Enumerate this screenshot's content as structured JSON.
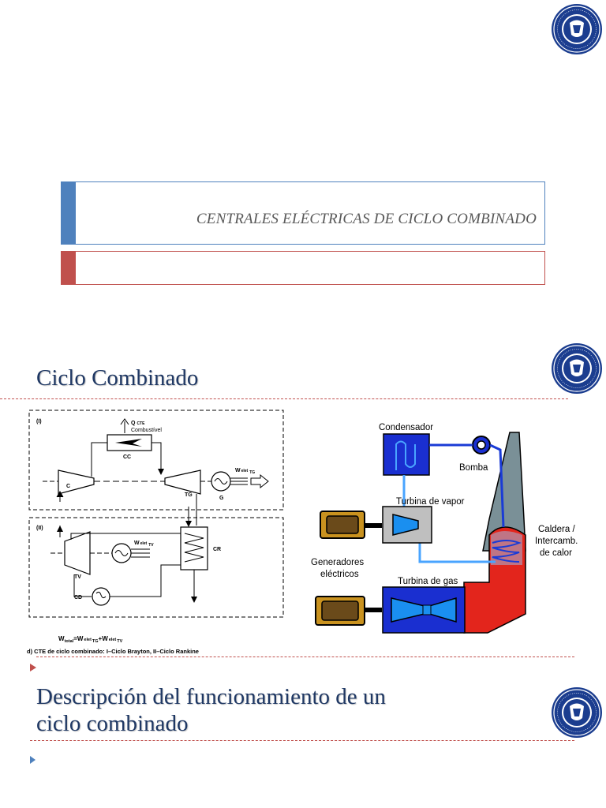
{
  "slide1": {
    "title": "CENTRALES ELÉCTRICAS DE CICLO COMBINADO",
    "subtitle": ""
  },
  "slide2": {
    "title": "Ciclo Combinado",
    "bullet": "",
    "schematic": {
      "label_i": "(I)",
      "label_ii": "(II)",
      "q_cte": "Q",
      "q_cte_sub": "CTE",
      "fuel": "Combustível",
      "cc": "CC",
      "c": "C",
      "tg": "TG",
      "g": "G",
      "w_tg": "W",
      "w_tg_sub1": "elet",
      "w_tg_sub2": "TG",
      "w_tv": "W",
      "w_tv_sub1": "elet",
      "w_tv_sub2": "TV",
      "tv": "TV",
      "cd": "CD",
      "cr": "CR",
      "total": "W",
      "total_sub": "total",
      "total_eq": "=W",
      "total_p1": "elet",
      "total_p1b": "TG",
      "total_plus": "+W",
      "total_p2": "elet",
      "total_p2b": "TV",
      "caption": "d) CTE de ciclo combinado: I–Ciclo Brayton, II–Ciclo Rankine"
    },
    "plant": {
      "condensador": "Condensador",
      "bomba": "Bomba",
      "turbina_vapor": "Turbina de vapor",
      "caldera_1": "Caldera /",
      "caldera_2": "Intercamb.",
      "caldera_3": "de calor",
      "generadores_1": "Generadores",
      "generadores_2": "eléctricos",
      "turbina_gas": "Turbina de gas"
    }
  },
  "slide3": {
    "title_line1": "Descripción del funcionamiento de un",
    "title_line2": "ciclo combinado",
    "bullet": ""
  },
  "logo": {
    "ring_top": "UNIVERSIDAD NACIONAL DE",
    "ring_bottom": "DEPARTAMENTO DE",
    "year": "1976"
  },
  "colors": {
    "accent_blue": "#4f81bd",
    "accent_red": "#c0504d",
    "title_navy": "#1f3864",
    "logo_navy": "#1b3d8f"
  }
}
